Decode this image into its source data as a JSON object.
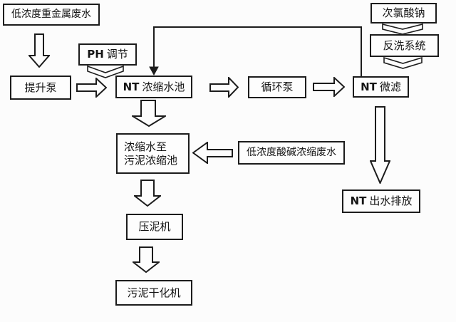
{
  "colors": {
    "background": "#fcfcfc",
    "line": "#1c1c1c",
    "box_fill": "#fdfdfd",
    "text": "#141414"
  },
  "nodes": {
    "heavy_metal_wastewater": "低浓度重金属废水",
    "lift_pump": "提升泵",
    "ph_adjust": {
      "prefix": "PH",
      "label": "调节"
    },
    "nt_tank": {
      "prefix": "NT",
      "label": "浓缩水池"
    },
    "circulation_pump": "循环泵",
    "nt_microfiltration": {
      "prefix": "NT",
      "label": "微滤"
    },
    "sodium_hypochlorite": "次氯酸钠",
    "backwash_system": "反洗系统",
    "concentrate_to_sludge": {
      "line1": "浓缩水至",
      "line2": "污泥浓缩池"
    },
    "acid_alkali_wastewater": "低浓度酸碱浓缩废水",
    "mud_press": "压泥机",
    "sludge_dryer": "污泥干化机",
    "nt_discharge": {
      "prefix": "NT",
      "label": "出水排放"
    }
  }
}
